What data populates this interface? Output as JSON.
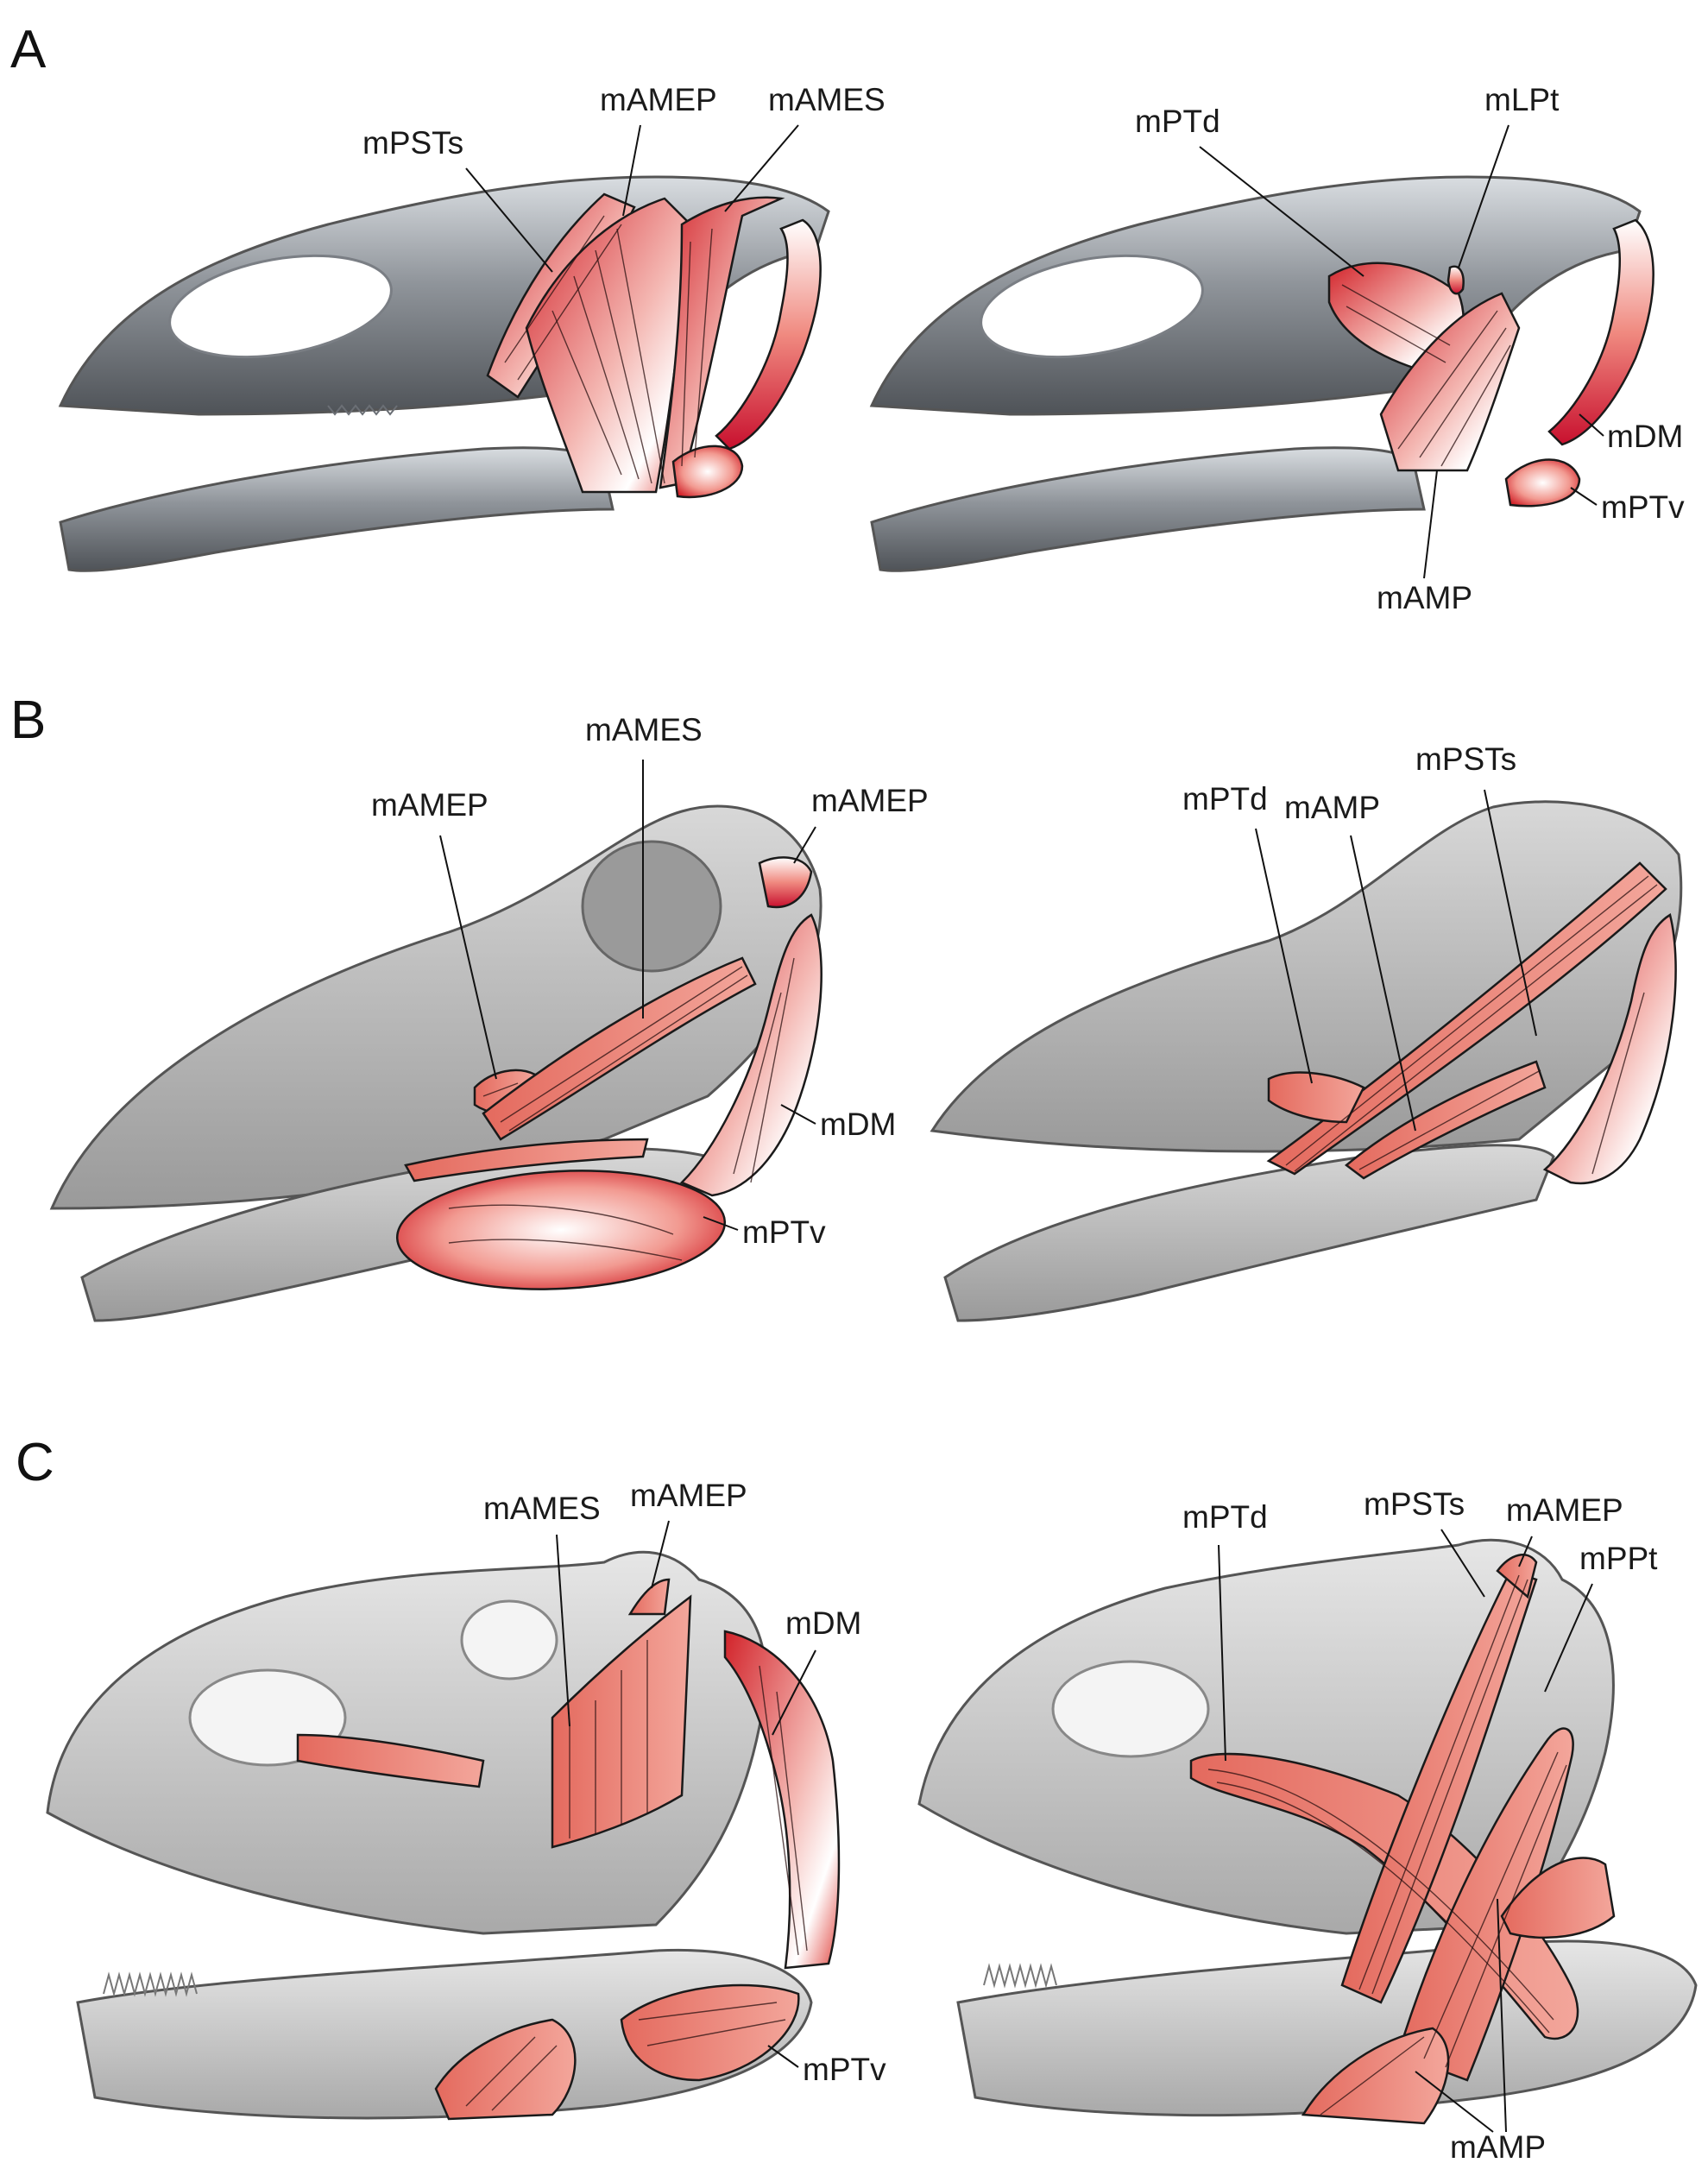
{
  "panels": [
    {
      "letter": "A",
      "left_view": {
        "labels": {
          "mPSTs": "mPSTs",
          "mAMEP": "mAMEP",
          "mAMES": "mAMES"
        }
      },
      "right_view": {
        "labels": {
          "mPTd": "mPTd",
          "mLPt": "mLPt",
          "mDM": "mDM",
          "mPTv": "mPTv",
          "mAMP": "mAMP"
        }
      }
    },
    {
      "letter": "B",
      "left_view": {
        "labels": {
          "mAMES": "mAMES",
          "mAMEP_a": "mAMEP",
          "mAMEP_b": "mAMEP",
          "mDM": "mDM",
          "mPTv": "mPTv"
        }
      },
      "right_view": {
        "labels": {
          "mPSTs": "mPSTs",
          "mPTd": "mPTd",
          "mAMP": "mAMP"
        }
      }
    },
    {
      "letter": "C",
      "left_view": {
        "labels": {
          "mAMES": "mAMES",
          "mAMEP": "mAMEP",
          "mDM": "mDM",
          "mPTv": "mPTv"
        }
      },
      "right_view": {
        "labels": {
          "mPTd": "mPTd",
          "mPSTs": "mPSTs",
          "mAMEP": "mAMEP",
          "mPPt": "mPPt",
          "mAMP": "mAMP"
        }
      }
    }
  ],
  "colors": {
    "muscle_dark": "#d2232a",
    "muscle_light": "#ffffff",
    "bone_dark_A": "#5e6166",
    "bone_light_A": "#d7dadd",
    "bone_B": "#b8b8b8",
    "bone_C": "#c9c9c9",
    "label_text": "#1a1a1a"
  }
}
